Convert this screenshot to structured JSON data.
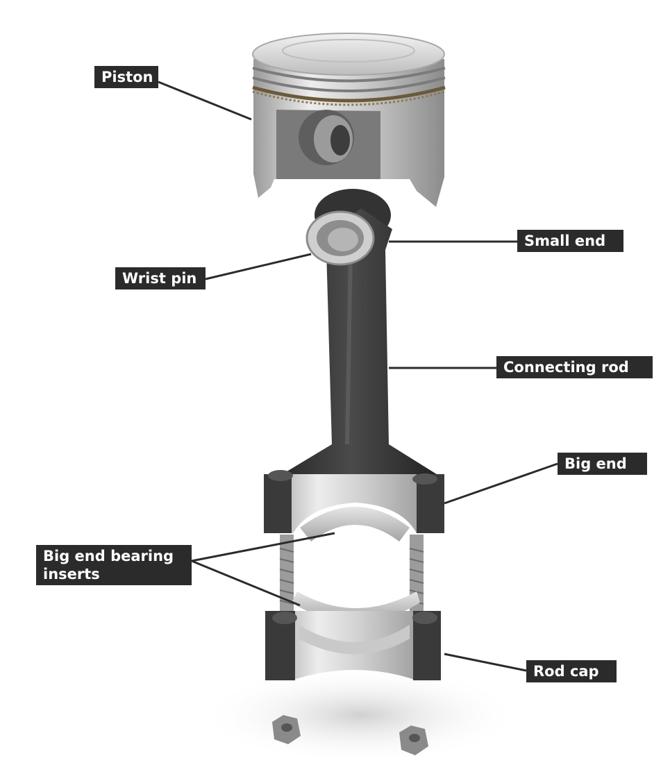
{
  "diagram": {
    "labels": {
      "piston": "Piston",
      "small_end": "Small end",
      "wrist_pin": "Wrist pin",
      "connecting_rod": "Connecting rod",
      "big_end": "Big end",
      "bearing_inserts": "Big end bearing inserts",
      "rod_cap": "Rod cap"
    },
    "colors": {
      "label_bg": "#2b2b2b",
      "label_text": "#ffffff",
      "leader_line": "#2b2b2b",
      "rod_dark": "#3c3c3c",
      "metal_light": "#d9d9d9"
    }
  }
}
